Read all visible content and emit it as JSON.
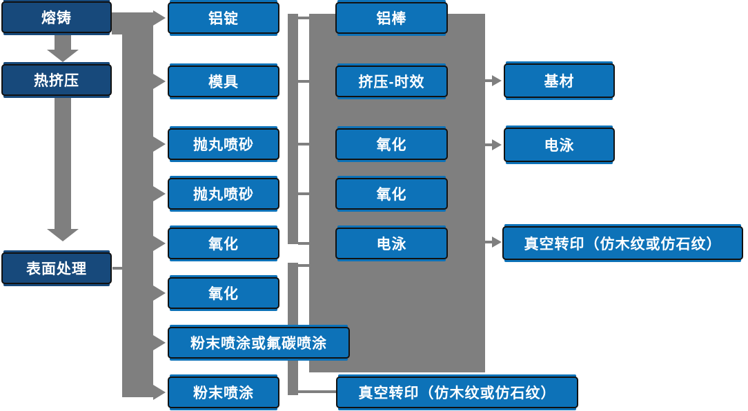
{
  "colors": {
    "primary_blue": "#0d72b8",
    "dark_blue": "#17497b",
    "connector_gray": "#7f7f7f",
    "border_black": "#111111",
    "text_white": "#ffffff"
  },
  "columns": [
    {
      "name": "stage-column",
      "items": [
        {
          "label": "熔铸"
        },
        {
          "label": "热挤压"
        },
        {
          "label": "表面处理"
        }
      ]
    },
    {
      "name": "process-column-2",
      "items": [
        {
          "label": "铝锭"
        },
        {
          "label": "模具"
        },
        {
          "label": "抛丸喷砂"
        },
        {
          "label": "抛丸喷砂"
        },
        {
          "label": "氧化"
        },
        {
          "label": "氧化"
        },
        {
          "label": "粉末喷涂或氟碳喷涂"
        },
        {
          "label": "粉末喷涂"
        }
      ]
    },
    {
      "name": "process-column-3",
      "items": [
        {
          "label": "铝棒"
        },
        {
          "label": "挤压-时效"
        },
        {
          "label": "氧化"
        },
        {
          "label": "氧化"
        },
        {
          "label": "电泳"
        },
        {
          "label": "真空转印（仿木纹或仿石纹）"
        }
      ]
    },
    {
      "name": "output-column-4",
      "items": [
        {
          "label": "基材"
        },
        {
          "label": "电泳"
        },
        {
          "label": "真空转印（仿木纹或仿石纹）"
        }
      ]
    }
  ]
}
